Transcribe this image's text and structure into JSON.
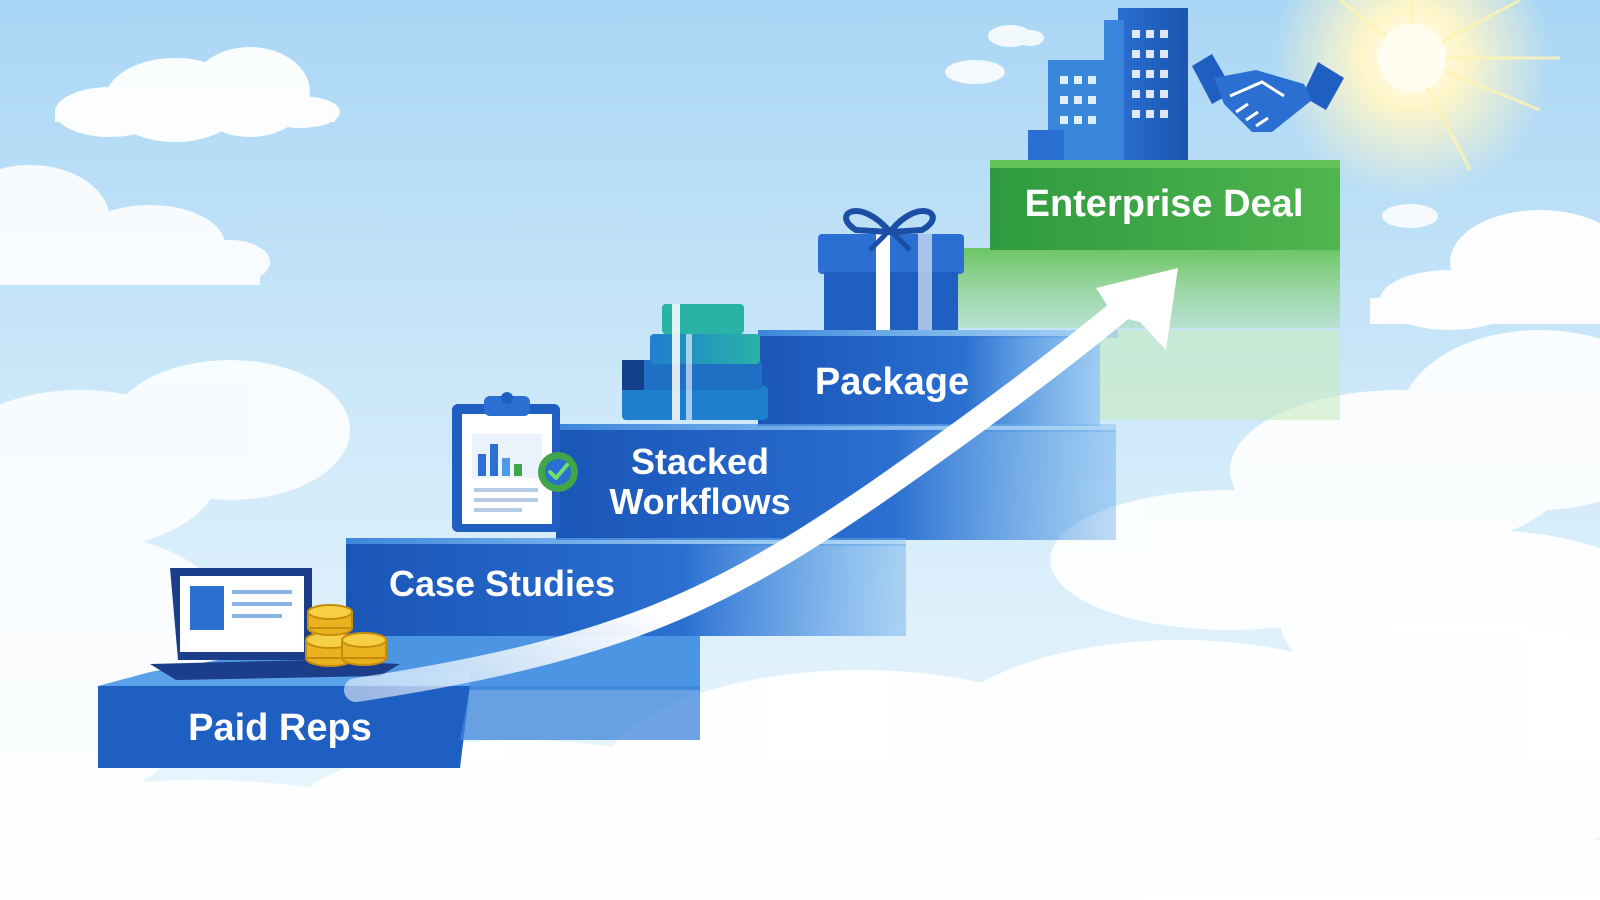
{
  "steps": [
    {
      "label": "Paid Reps",
      "icon": "laptop-with-coins-icon"
    },
    {
      "label": "Case Studies",
      "icon": "clipboard-chart-check-icon"
    },
    {
      "label_line1": "Stacked",
      "label_line2": "Workflows",
      "icon": "stacked-blocks-icon"
    },
    {
      "label": "Package",
      "icon": "gift-box-icon"
    },
    {
      "label": "Enterprise Deal",
      "icon": "buildings-handshake-icon"
    }
  ],
  "colors": {
    "sky_top": "#bfe0f7",
    "sky_bottom": "#e4f3fc",
    "step_blue": "#1f5fbf",
    "step_blue_light": "#3f8de0",
    "step_green": "#3fa64a",
    "step_green_light": "#8dd47a",
    "arrow": "#ffffff",
    "coin": "#f3c02d",
    "sun": "#fff7c8"
  }
}
